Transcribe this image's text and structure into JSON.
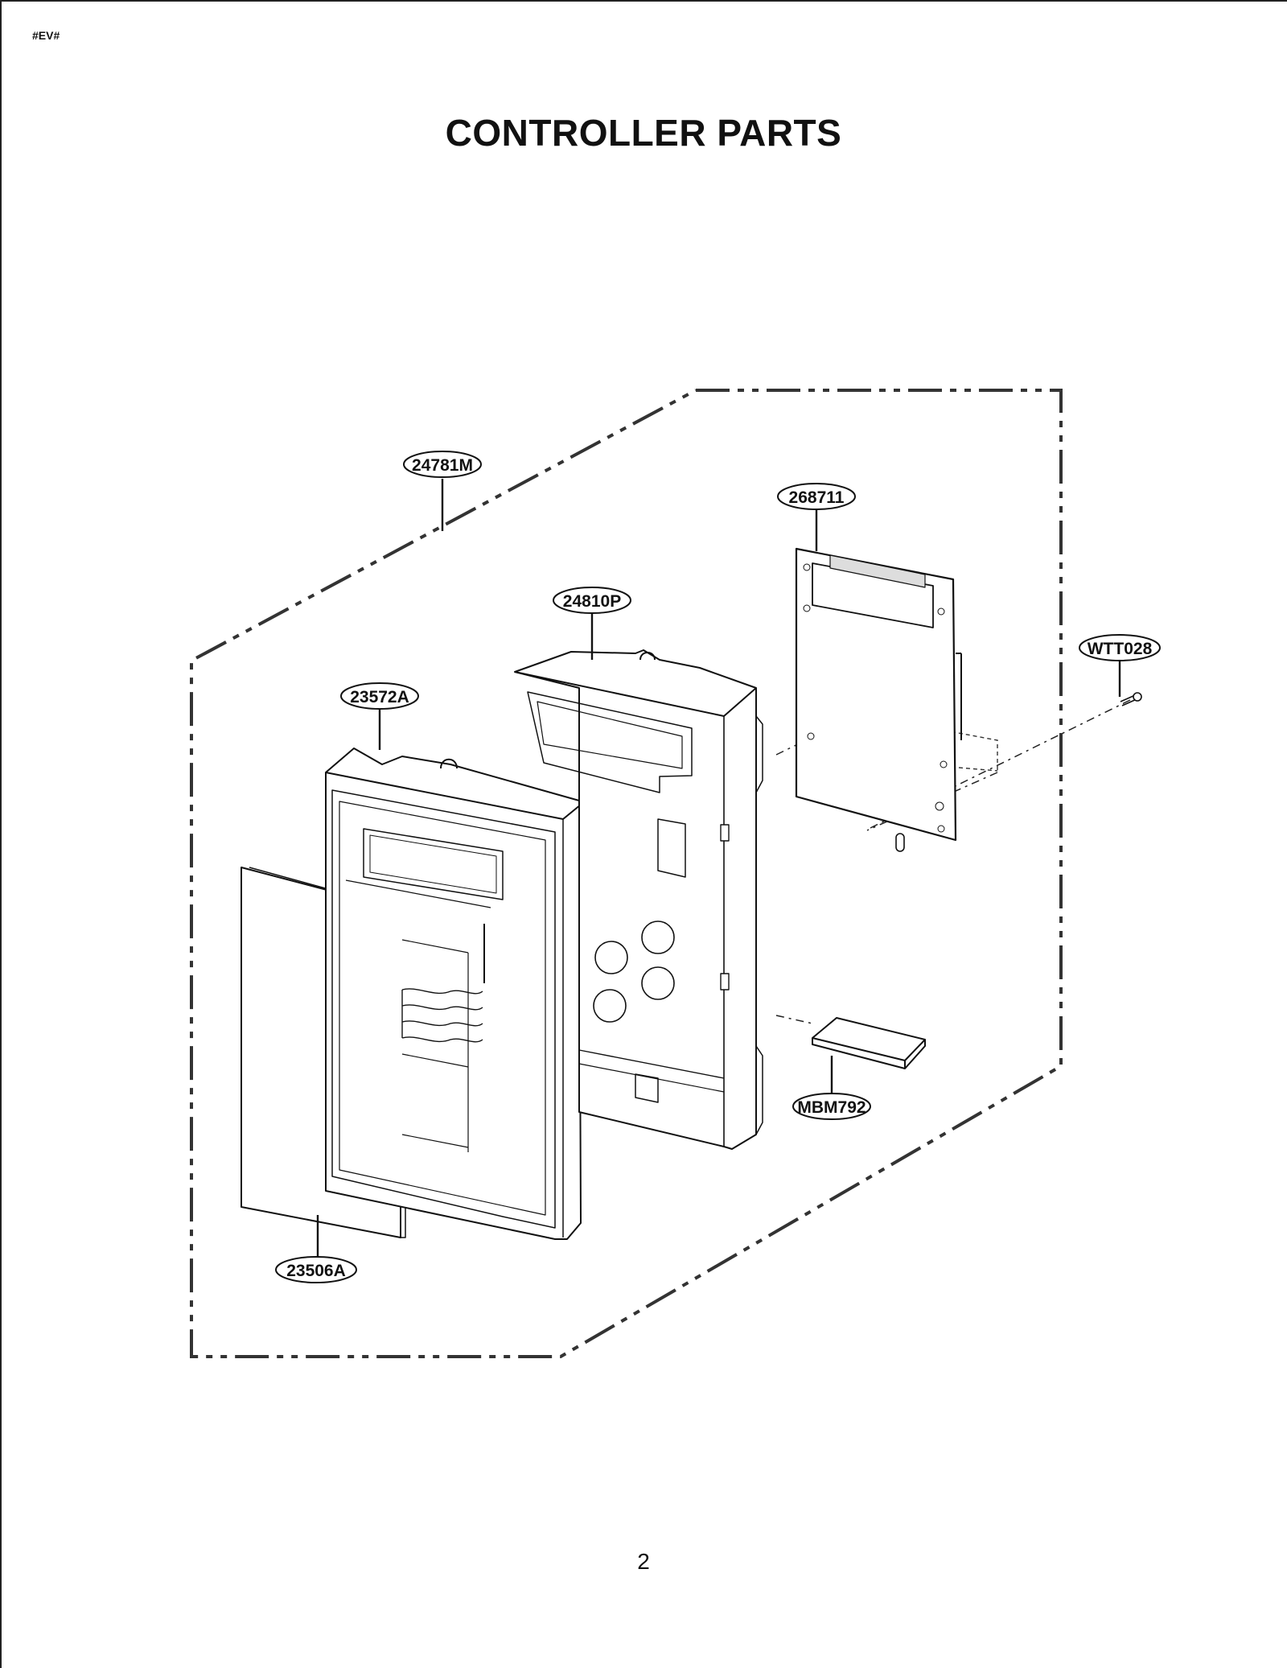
{
  "header": {
    "code": "#EV#",
    "title": "CONTROLLER PARTS"
  },
  "parts": {
    "assembly": "24781M",
    "pcb": "268711",
    "frame": "24810P",
    "screw": "WTT028",
    "panel": "23572A",
    "keypad_cover": "23506A",
    "ribbon_cable": "MBM792"
  },
  "footer": {
    "page_number": "2"
  }
}
